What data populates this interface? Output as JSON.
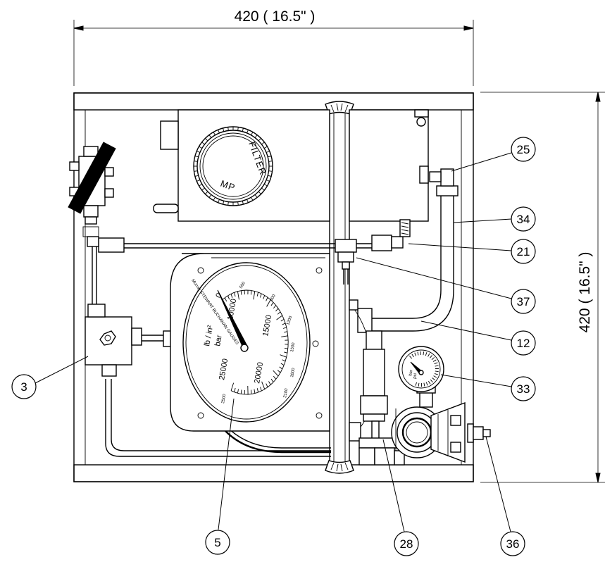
{
  "dimensions": {
    "width_label": "420 ( 16.5\" )",
    "height_label": "420 ( 16.5\" )"
  },
  "callouts": [
    {
      "id": "c25",
      "label": "25"
    },
    {
      "id": "c34",
      "label": "34"
    },
    {
      "id": "c21",
      "label": "21"
    },
    {
      "id": "c37",
      "label": "37"
    },
    {
      "id": "c12",
      "label": "12"
    },
    {
      "id": "c33",
      "label": "33"
    },
    {
      "id": "c3",
      "label": "3"
    },
    {
      "id": "c5",
      "label": "5"
    },
    {
      "id": "c28",
      "label": "28"
    },
    {
      "id": "c36",
      "label": "36"
    }
  ],
  "filter": {
    "brand_top": "FILTER",
    "brand_bottom": "MP"
  },
  "main_gauge": {
    "unit_psi": "lb / in²",
    "unit_bar": "bar",
    "scale_psi": [
      "0",
      "10000",
      "15000",
      "20000",
      "25000"
    ],
    "scale_bar": [
      "500",
      "800",
      "1200",
      "1500",
      "1800",
      "2100",
      "2500"
    ],
    "maker": "Murray STEWART BUCHANAN  GAUGES"
  },
  "small_gauge": {
    "unit_psi": "psi",
    "unit_bar": "bar"
  }
}
